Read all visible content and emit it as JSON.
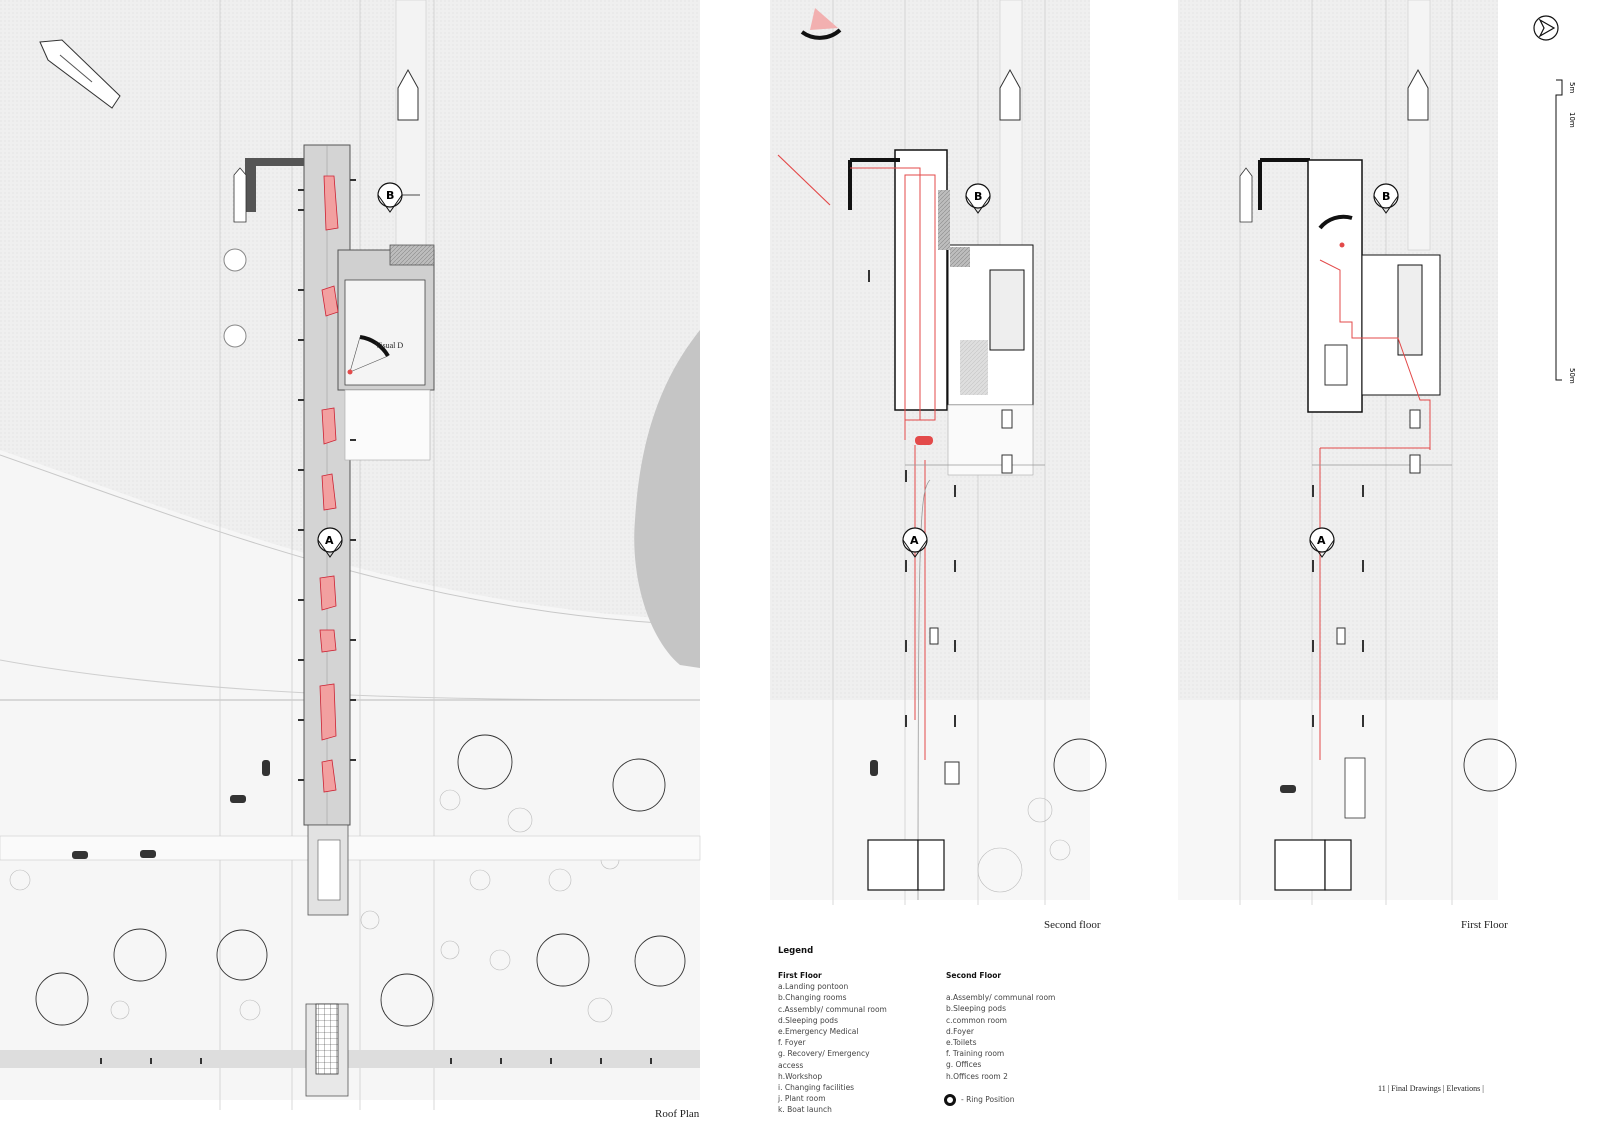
{
  "labels": {
    "roof_plan": "Roof Plan",
    "second_floor": "Second floor",
    "first_floor": "First Floor",
    "visual_d": "Visual D",
    "section_a": "A",
    "section_b": "B",
    "page_footer": "11 | Final Drawings | Elevations |"
  },
  "scale_bar": {
    "marks": [
      "5m",
      "10m",
      "50m"
    ]
  },
  "legend": {
    "title": "Legend",
    "first_floor": {
      "heading": "First Floor",
      "items": [
        "a.Landing pontoon",
        "b.Changing rooms",
        "c.Assembly/ communal room",
        "d.Sleeping pods",
        "e.Emergency Medical",
        "f. Foyer",
        "g.    Recovery/ Emergency",
        "access",
        "h.Workshop",
        "i.  Changing facilities",
        "j. Plant room",
        "k. Boat launch"
      ]
    },
    "second_floor": {
      "heading": "Second Floor",
      "items": [
        "a.Assembly/ communal room",
        "b.Sleeping pods",
        "c.common room",
        "d.Foyer",
        "e.Toilets",
        "f. Training room",
        "g.    Offices",
        "h.Offices room 2"
      ]
    },
    "ring_position": "- Ring Position"
  },
  "colors": {
    "water": "#ededed",
    "shore": "#f7f7f7",
    "sandbar": "#c9c9c9",
    "accent_red": "#e34a4a",
    "line": "#222222"
  }
}
